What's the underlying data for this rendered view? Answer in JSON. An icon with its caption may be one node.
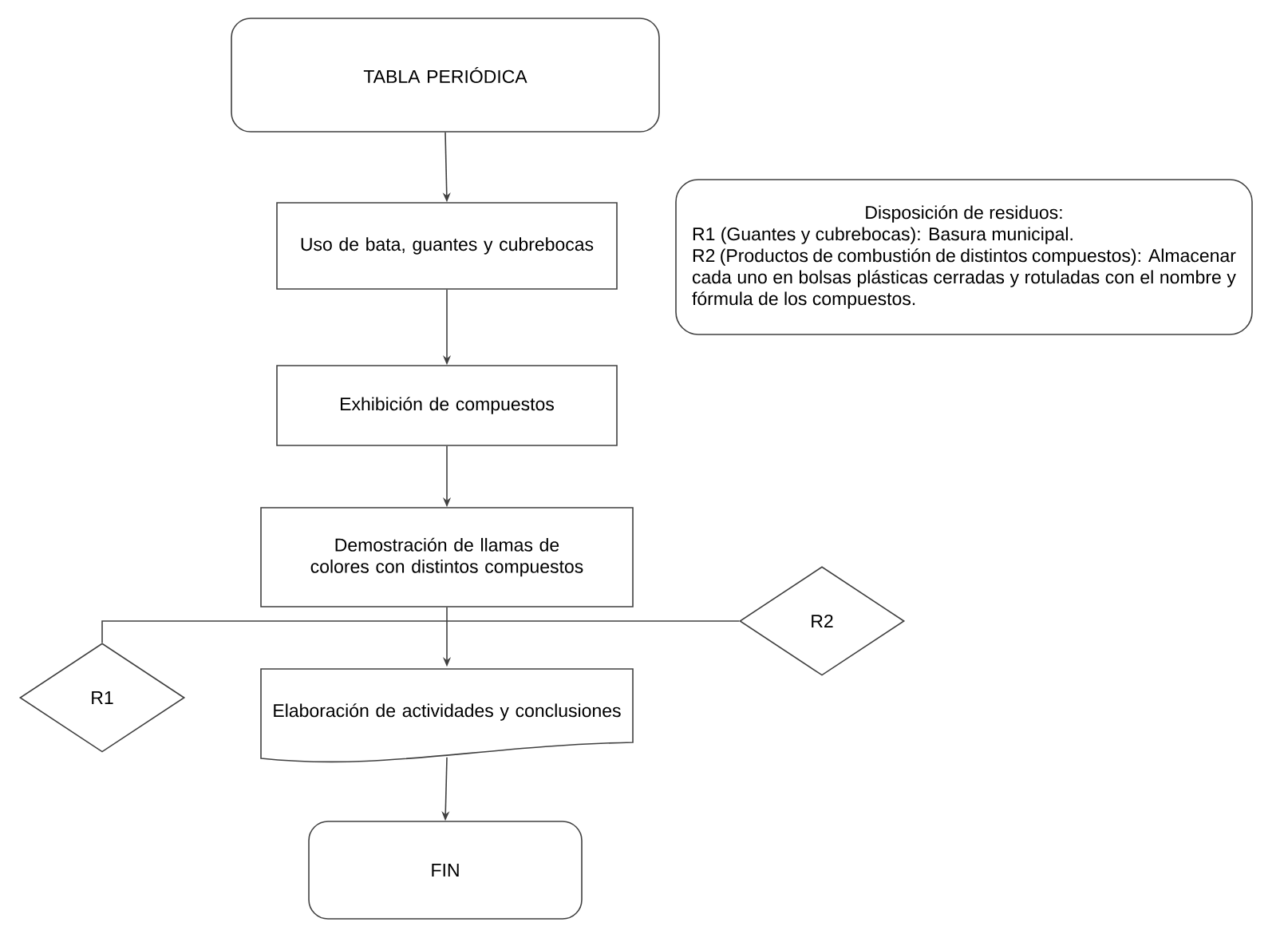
{
  "diagram": {
    "nodes": [
      {
        "text": [
          "TABLA PERIÓDICA"
        ]
      },
      {
        "text": [
          "Uso de bata, guantes y cubrebocas"
        ]
      },
      {
        "text": [
          "Exhibición de compuestos"
        ]
      },
      {
        "text": [
          "Demostración de llamas de colores con distintos compuestos"
        ]
      },
      {
        "text": [
          "Elaboración de actividades y conclusiones"
        ]
      },
      {
        "text": [
          "FIN"
        ]
      },
      {
        "text": [
          "Disposición de residuos:",
          "R1 (Guantes y cubrebocas): Basura municipal.",
          "R2 (Productos de combustión de distintos compuestos): Almacenar cada uno en bolsas plásticas cerradas y rotuladas con el nombre y fórmula de los compuestos."
        ]
      },
      {
        "text": [
          "R1"
        ]
      },
      {
        "text": [
          "R2"
        ]
      }
    ],
    "edges": [
      {
        "from": 0,
        "to": 1,
        "arrow": "to"
      },
      {
        "from": 1,
        "to": 2,
        "arrow": "to"
      },
      {
        "from": 2,
        "to": 3,
        "arrow": "to"
      },
      {
        "from": 3,
        "to": 4,
        "arrow": "to"
      },
      {
        "from": 4,
        "to": 5,
        "arrow": "to"
      },
      {
        "from": 7,
        "to": 8,
        "arrow": "none"
      }
    ]
  }
}
